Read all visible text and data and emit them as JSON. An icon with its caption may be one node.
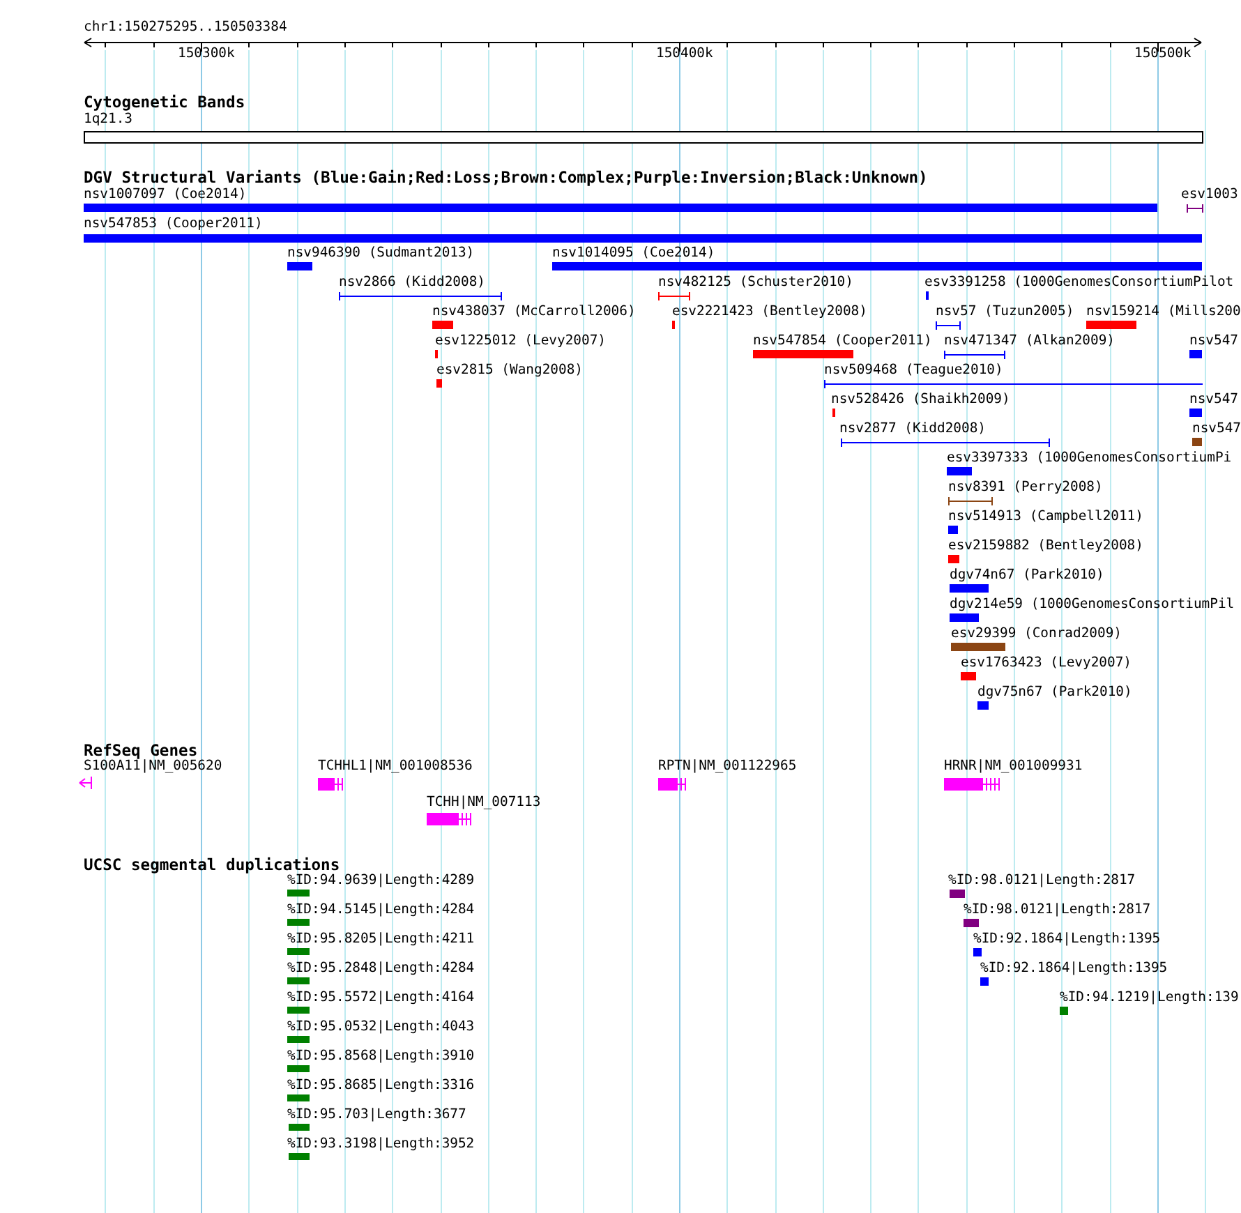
{
  "diagram": {
    "nodes": [
      {
        "text": [
          "Cytogenetic Bands"
        ]
      },
      {
        "text": [
          "1q21.3"
        ],
        "in": 0
      },
      {
        "text": [
          "DGV Structural Variants (Blue:Gain;Red:Loss;Brown:Complex;Purple:Inversion;Black:Unknown)"
        ]
      },
      {
        "text": [
          "nsv1007097 (Coe2014)"
        ],
        "in": 2
      },
      {
        "text": [
          "esv1003"
        ],
        "in": 2
      },
      {
        "text": [
          "nsv547853 (Cooper2011)"
        ],
        "in": 2
      },
      {
        "text": [
          "nsv946390 (Sudmant2013)"
        ],
        "in": 2
      },
      {
        "text": [
          "nsv1014095 (Coe2014)"
        ],
        "in": 2
      },
      {
        "text": [
          "nsv2866 (Kidd2008)"
        ],
        "in": 2
      },
      {
        "text": [
          "nsv482125 (Schuster2010)"
        ],
        "in": 2
      },
      {
        "text": [
          "esv3391258 (1000GenomesConsortiumPilot"
        ],
        "in": 2
      },
      {
        "text": [
          "nsv438037 (McCarroll2006)"
        ],
        "in": 2
      },
      {
        "text": [
          "esv2221423 (Bentley2008)"
        ],
        "in": 2
      },
      {
        "text": [
          "nsv57 (Tuzun2005)"
        ],
        "in": 2
      },
      {
        "text": [
          "nsv159214 (Mills200"
        ],
        "in": 2
      },
      {
        "text": [
          "esv1225012 (Levy2007)"
        ],
        "in": 2
      },
      {
        "text": [
          "nsv547854 (Cooper2011)"
        ],
        "in": 2
      },
      {
        "text": [
          "nsv471347 (Alkan2009)"
        ],
        "in": 2
      },
      {
        "text": [
          "nsv547"
        ],
        "in": 2
      },
      {
        "text": [
          "esv2815 (Wang2008)"
        ],
        "in": 2
      },
      {
        "text": [
          "nsv509468 (Teague2010)"
        ],
        "in": 2
      },
      {
        "text": [
          "nsv528426 (Shaikh2009)"
        ],
        "in": 2
      },
      {
        "text": [
          "nsv547"
        ],
        "in": 2
      },
      {
        "text": [
          "nsv2877 (Kidd2008)"
        ],
        "in": 2
      },
      {
        "text": [
          "nsv547"
        ],
        "in": 2
      },
      {
        "text": [
          "esv3397333 (1000GenomesConsortiumPi"
        ],
        "in": 2
      },
      {
        "text": [
          "nsv8391 (Perry2008)"
        ],
        "in": 2
      },
      {
        "text": [
          "nsv514913 (Campbell2011)"
        ],
        "in": 2
      },
      {
        "text": [
          "esv2159882 (Bentley2008)"
        ],
        "in": 2
      },
      {
        "text": [
          "dgv74n67 (Park2010)"
        ],
        "in": 2
      },
      {
        "text": [
          "dgv214e59 (1000GenomesConsortiumPil"
        ],
        "in": 2
      },
      {
        "text": [
          "esv29399 (Conrad2009)"
        ],
        "in": 2
      },
      {
        "text": [
          "esv1763423 (Levy2007)"
        ],
        "in": 2
      },
      {
        "text": [
          "dgv75n67 (Park2010)"
        ],
        "in": 2
      },
      {
        "text": [
          "RefSeq Genes"
        ]
      },
      {
        "text": [
          "S100A11|NM_005620"
        ],
        "in": 34
      },
      {
        "text": [
          "TCHHL1|NM_001008536"
        ],
        "in": 34
      },
      {
        "text": [
          "RPTN|NM_001122965"
        ],
        "in": 34
      },
      {
        "text": [
          "HRNR|NM_001009931"
        ],
        "in": 34
      },
      {
        "text": [
          "TCHH|NM_007113"
        ],
        "in": 34
      },
      {
        "text": [
          "UCSC segmental duplications"
        ]
      },
      {
        "text": [
          "%ID:94.9639|Length:4289"
        ],
        "in": 40
      },
      {
        "text": [
          "%ID:94.5145|Length:4284"
        ],
        "in": 40
      },
      {
        "text": [
          "%ID:95.8205|Length:4211"
        ],
        "in": 40
      },
      {
        "text": [
          "%ID:95.2848|Length:4284"
        ],
        "in": 40
      },
      {
        "text": [
          "%ID:95.5572|Length:4164"
        ],
        "in": 40
      },
      {
        "text": [
          "%ID:95.0532|Length:4043"
        ],
        "in": 40
      },
      {
        "text": [
          "%ID:95.8568|Length:3910"
        ],
        "in": 40
      },
      {
        "text": [
          "%ID:95.8685|Length:3316"
        ],
        "in": 40
      },
      {
        "text": [
          "%ID:95.703|Length:3677"
        ],
        "in": 40
      },
      {
        "text": [
          "%ID:93.3198|Length:3952"
        ],
        "in": 40
      },
      {
        "text": [
          "%ID:98.0121|Length:2817"
        ],
        "in": 40
      },
      {
        "text": [
          "%ID:98.0121|Length:2817"
        ],
        "in": 40
      },
      {
        "text": [
          "%ID:92.1864|Length:1395"
        ],
        "in": 40
      },
      {
        "text": [
          "%ID:92.1864|Length:1395"
        ],
        "in": 40
      },
      {
        "text": [
          "%ID:94.1219|Length:139"
        ],
        "in": 40
      }
    ],
    "labels": [
      "chr1:150275295..150503384",
      "150300k",
      "150400k",
      "150500k"
    ]
  }
}
